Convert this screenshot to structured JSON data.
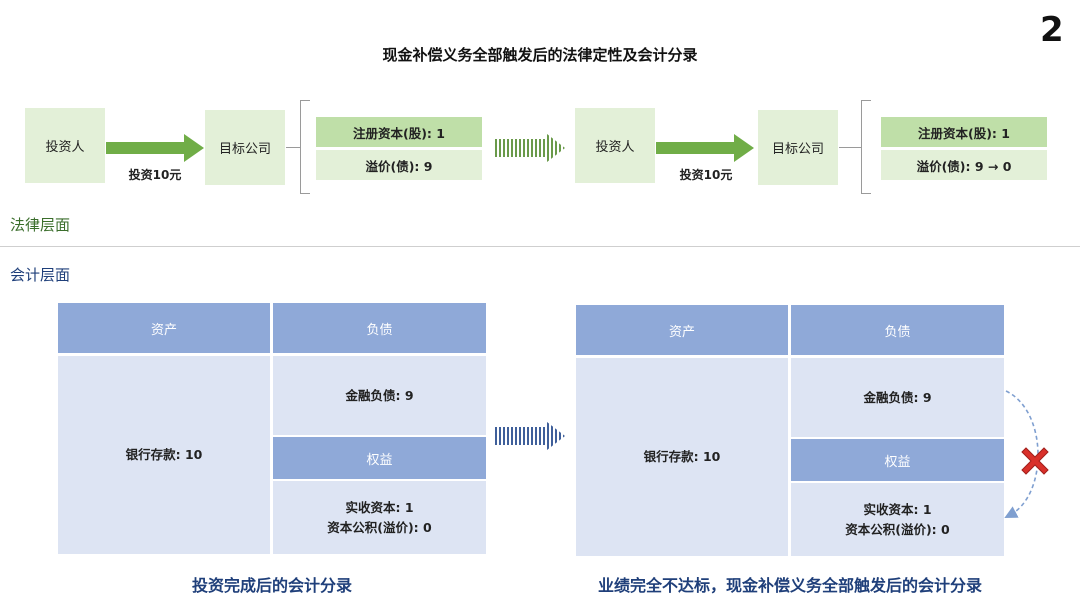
{
  "page_number": "2",
  "title": "现金补偿义务全部触发后的法律定性及会计分录",
  "legal": {
    "section_label": "法律层面",
    "left": {
      "investor": "投资人",
      "company": "目标公司",
      "arrow_label": "投资10元",
      "registered_capital": "注册资本(股): 1",
      "premium": "溢价(债): 9"
    },
    "right": {
      "investor": "投资人",
      "company": "目标公司",
      "arrow_label": "投资10元",
      "registered_capital": "注册资本(股): 1",
      "premium": "溢价(债): 9 → 0"
    }
  },
  "accounting": {
    "section_label": "会计层面",
    "left": {
      "assets_header": "资产",
      "liabilities_header": "负债",
      "bank_deposit": "银行存款: 10",
      "financial_liability": "金融负债: 9",
      "equity_header": "权益",
      "paid_in_capital": "实收资本: 1",
      "capital_reserve": "资本公积(溢价): 0",
      "caption": "投资完成后的会计分录"
    },
    "right": {
      "assets_header": "资产",
      "liabilities_header": "负债",
      "bank_deposit": "银行存款: 10",
      "financial_liability": "金融负债: 9",
      "equity_header": "权益",
      "paid_in_capital": "实收资本: 1",
      "capital_reserve": "资本公积(溢价): 0",
      "caption": "业绩完全不达标，现金补偿义务全部触发后的会计分录"
    }
  },
  "colors": {
    "green_arrow": "#70ad47",
    "light_green": "#e3f0d8",
    "mid_green": "#bfdfa8",
    "blue_header": "#8fa9d8",
    "light_blue": "#dde4f3",
    "navy": "#1f3f7a",
    "cross_red": "#d9302a"
  }
}
